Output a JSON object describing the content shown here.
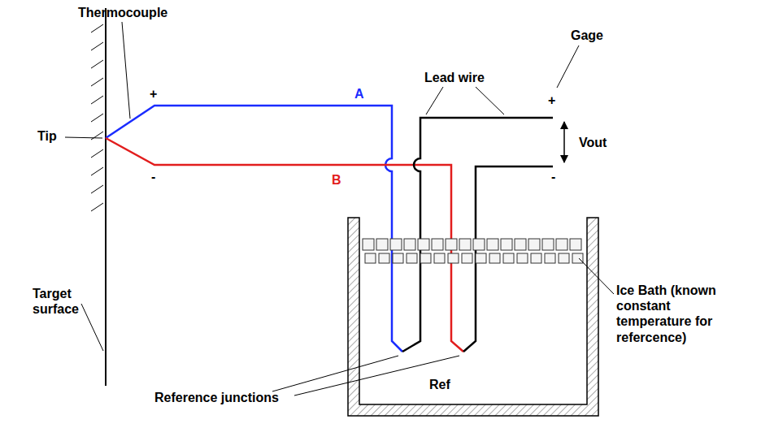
{
  "diagram": {
    "labels": [
      "Thermocouple",
      "+",
      "A",
      "Lead wire",
      "Gage",
      "+",
      "Tip",
      "Vout",
      "-",
      "B",
      "-",
      "Target surface",
      "Ice Bath (known constant temperature for refercence)",
      "Ref",
      "Reference junctions"
    ]
  }
}
